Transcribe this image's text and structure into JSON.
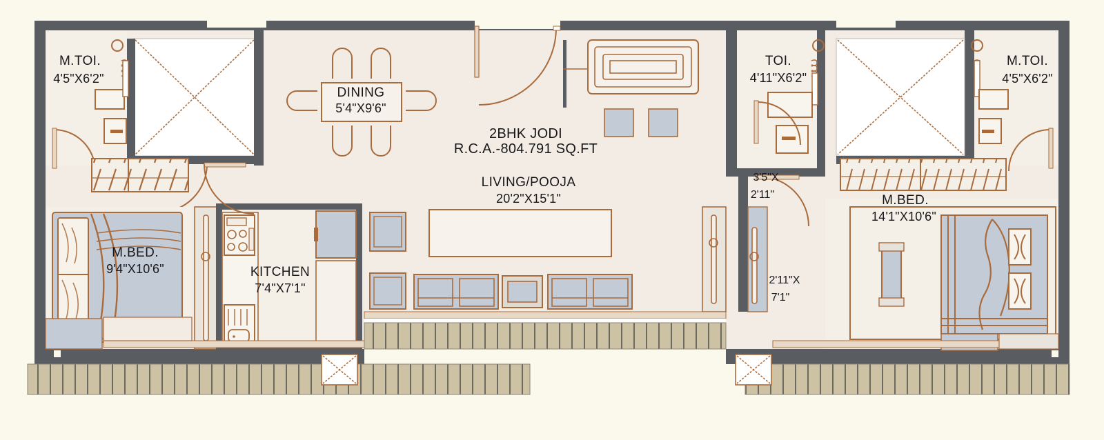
{
  "plan": {
    "title": "2BHK JODI",
    "area_label": "R.C.A.-804.791 SQ.FT",
    "colors": {
      "background": "#fbf8ec",
      "wall": "#595c61",
      "floor": "#f2ece4",
      "furniture_line": "#a96b3c",
      "furniture_fill": "#c3cbd6",
      "balcony_hatch": "#cdc3a4",
      "void_white": "#ffffff",
      "text": "#18181a"
    },
    "rooms": [
      {
        "id": "m-toi-left",
        "name": "M.TOI.",
        "dim": "4'5\"X6'2\""
      },
      {
        "id": "m-bed-left",
        "name": "M.BED.",
        "dim": "9'4\"X10'6\""
      },
      {
        "id": "kitchen",
        "name": "KITCHEN",
        "dim": "7'4\"X7'1\""
      },
      {
        "id": "dining",
        "name": "DINING",
        "dim": "5'4\"X9'6\""
      },
      {
        "id": "living",
        "name": "LIVING/POOJA",
        "dim": "20'2\"X15'1\""
      },
      {
        "id": "toi-right",
        "name": "TOI.",
        "dim": "4'11\"X6'2\""
      },
      {
        "id": "m-toi-right",
        "name": "M.TOI.",
        "dim": "4'5\"X6'2\""
      },
      {
        "id": "m-bed-right",
        "name": "M.BED.",
        "dim": "14'1\"X10'6\""
      }
    ],
    "passages": [
      {
        "id": "passage-upper",
        "line1": "3'5\"X",
        "line2": "2'11\""
      },
      {
        "id": "passage-lower",
        "line1": "2'11\"X",
        "line2": "7'1\""
      }
    ]
  }
}
